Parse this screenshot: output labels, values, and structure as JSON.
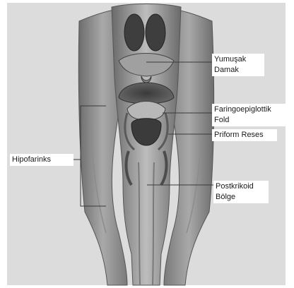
{
  "labels": {
    "yumusak_damak": "Yumuşak\nDamak",
    "faringoepiglottik_fold": "Faringoepiglottik\nFold",
    "priform_reses": "Priform Reses",
    "postkrikoid_bolge": "Postkrikoid\nBölge",
    "hipofarinks": "Hipofarinks"
  },
  "colors": {
    "background": "#dcdcdc",
    "tissue_dark": "#4f4f4f",
    "tissue_mid": "#8a8a8a",
    "tissue_light": "#b5b5b5",
    "leader_line": "#3a3a3a"
  }
}
